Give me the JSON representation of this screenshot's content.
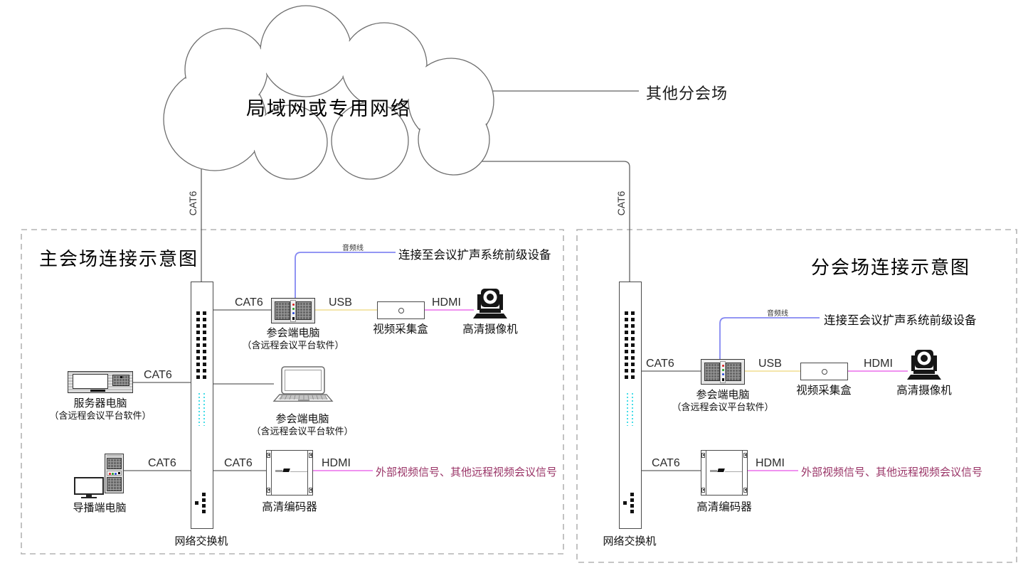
{
  "cloud": {
    "label": "局域网或专用网络"
  },
  "other_venue_label": "其他分会场",
  "cables": {
    "cat6": "CAT6",
    "usb": "USB",
    "hdmi": "HDMI",
    "audio": "音频线"
  },
  "notes": {
    "audio_target": "连接至会议扩声系统前级设备",
    "external_video": "外部视频信号、其他远程视频会议信号"
  },
  "devices": {
    "switch": "网络交换机",
    "participant_pc": "参会端电脑",
    "platform_sub": "（含远程会议平台软件）",
    "server_pc": "服务器电脑",
    "director_pc": "导播端电脑",
    "capture_box": "视频采集盒",
    "camera": "高清摄像机",
    "encoder": "高清编码器"
  },
  "main_venue": {
    "title": "主会场连接示意图"
  },
  "branch_venue": {
    "title": "分会场连接示意图"
  },
  "colors": {
    "line_gray": "#606060",
    "usb_line": "#f2e2a0",
    "hdmi_line": "#ee82ee",
    "audio_line": "#8488f2",
    "external_text": "#993366",
    "dash_border": "#b3b3b3",
    "port_cyan": "#45dde8"
  },
  "icons": {
    "cloud-icon": "svg-scalloped-cloud",
    "network-switch-icon": "css-rect-ports",
    "rack-pc-icon": "css-rect-mesh-leds",
    "laptop-icon": "svg-outline",
    "server-pc-icon": "css-striped-box",
    "director-pc-icon": "monitor-plus-tower",
    "capture-box-icon": "rect-with-circle",
    "ptz-camera-icon": "svg-black-camera",
    "encoder-icon": "box-with-flanges"
  }
}
